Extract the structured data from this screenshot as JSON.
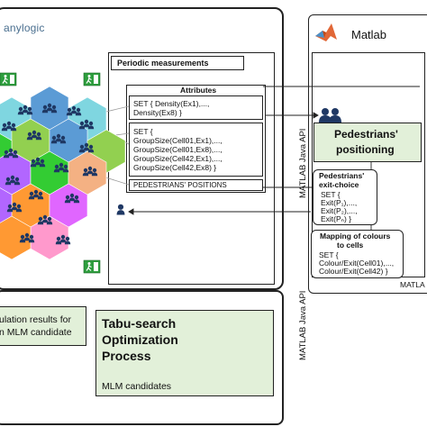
{
  "anylogic": {
    "logo_text": "anylogic",
    "periodic_title": "Periodic measurements",
    "attributes_title": "Attributes",
    "set_density": [
      "SET { Density(Ex1),...,",
      "Density(Ex8) }"
    ],
    "set_groupsize": [
      "SET {",
      "GroupSize(Cell01,Ex1),...,",
      "GroupSize(Cell01,Ex8),...,",
      "GroupSize(Cell42,Ex1),...,",
      "GroupSize(Cell42,Ex8) }"
    ],
    "positions_label": "PEDESTRIANS' POSITIONS"
  },
  "matlab": {
    "title": "Matlab",
    "positioning_label": [
      "Pedestrians'",
      "positioning"
    ],
    "exit_choice_title": [
      "Pedestrians'",
      "exit-choice"
    ],
    "exit_choice_set": [
      "SET {",
      "Exit(P₁),...,",
      "Exit(P₂),...,",
      "Exit(Pₙ) }"
    ],
    "mapping_title": [
      "Mapping of colours",
      "to cells"
    ],
    "mapping_set": [
      "SET {",
      "Colour/Exit(Cell01),...,",
      "Colour/Exit(Cell42) }"
    ],
    "footer_partial": "MATLA"
  },
  "interfaces": {
    "java_api_upper": "MATLAB Java API",
    "java_api_lower": "MATLAB Java API"
  },
  "bottom": {
    "simulation_results": [
      "ulation  results for",
      "n MLM candidate"
    ],
    "tabu_title": [
      "Tabu-search",
      "Optimization",
      "Process"
    ],
    "mlm_candidates": "MLM candidates"
  },
  "colors": {
    "hex_blue": "#5b9bd5",
    "hex_cyan": "#7fd6e0",
    "hex_green": "#92d050",
    "hex_bright_green": "#33cc33",
    "hex_purple": "#b266ff",
    "hex_magenta": "#e066ff",
    "hex_orange": "#ff9933",
    "hex_peach": "#f4b183",
    "hex_pink": "#ff99cc",
    "panel_green": "#e2f0d9",
    "pedestrian_navy": "#1f3864",
    "matlab_orange": "#e16737"
  }
}
